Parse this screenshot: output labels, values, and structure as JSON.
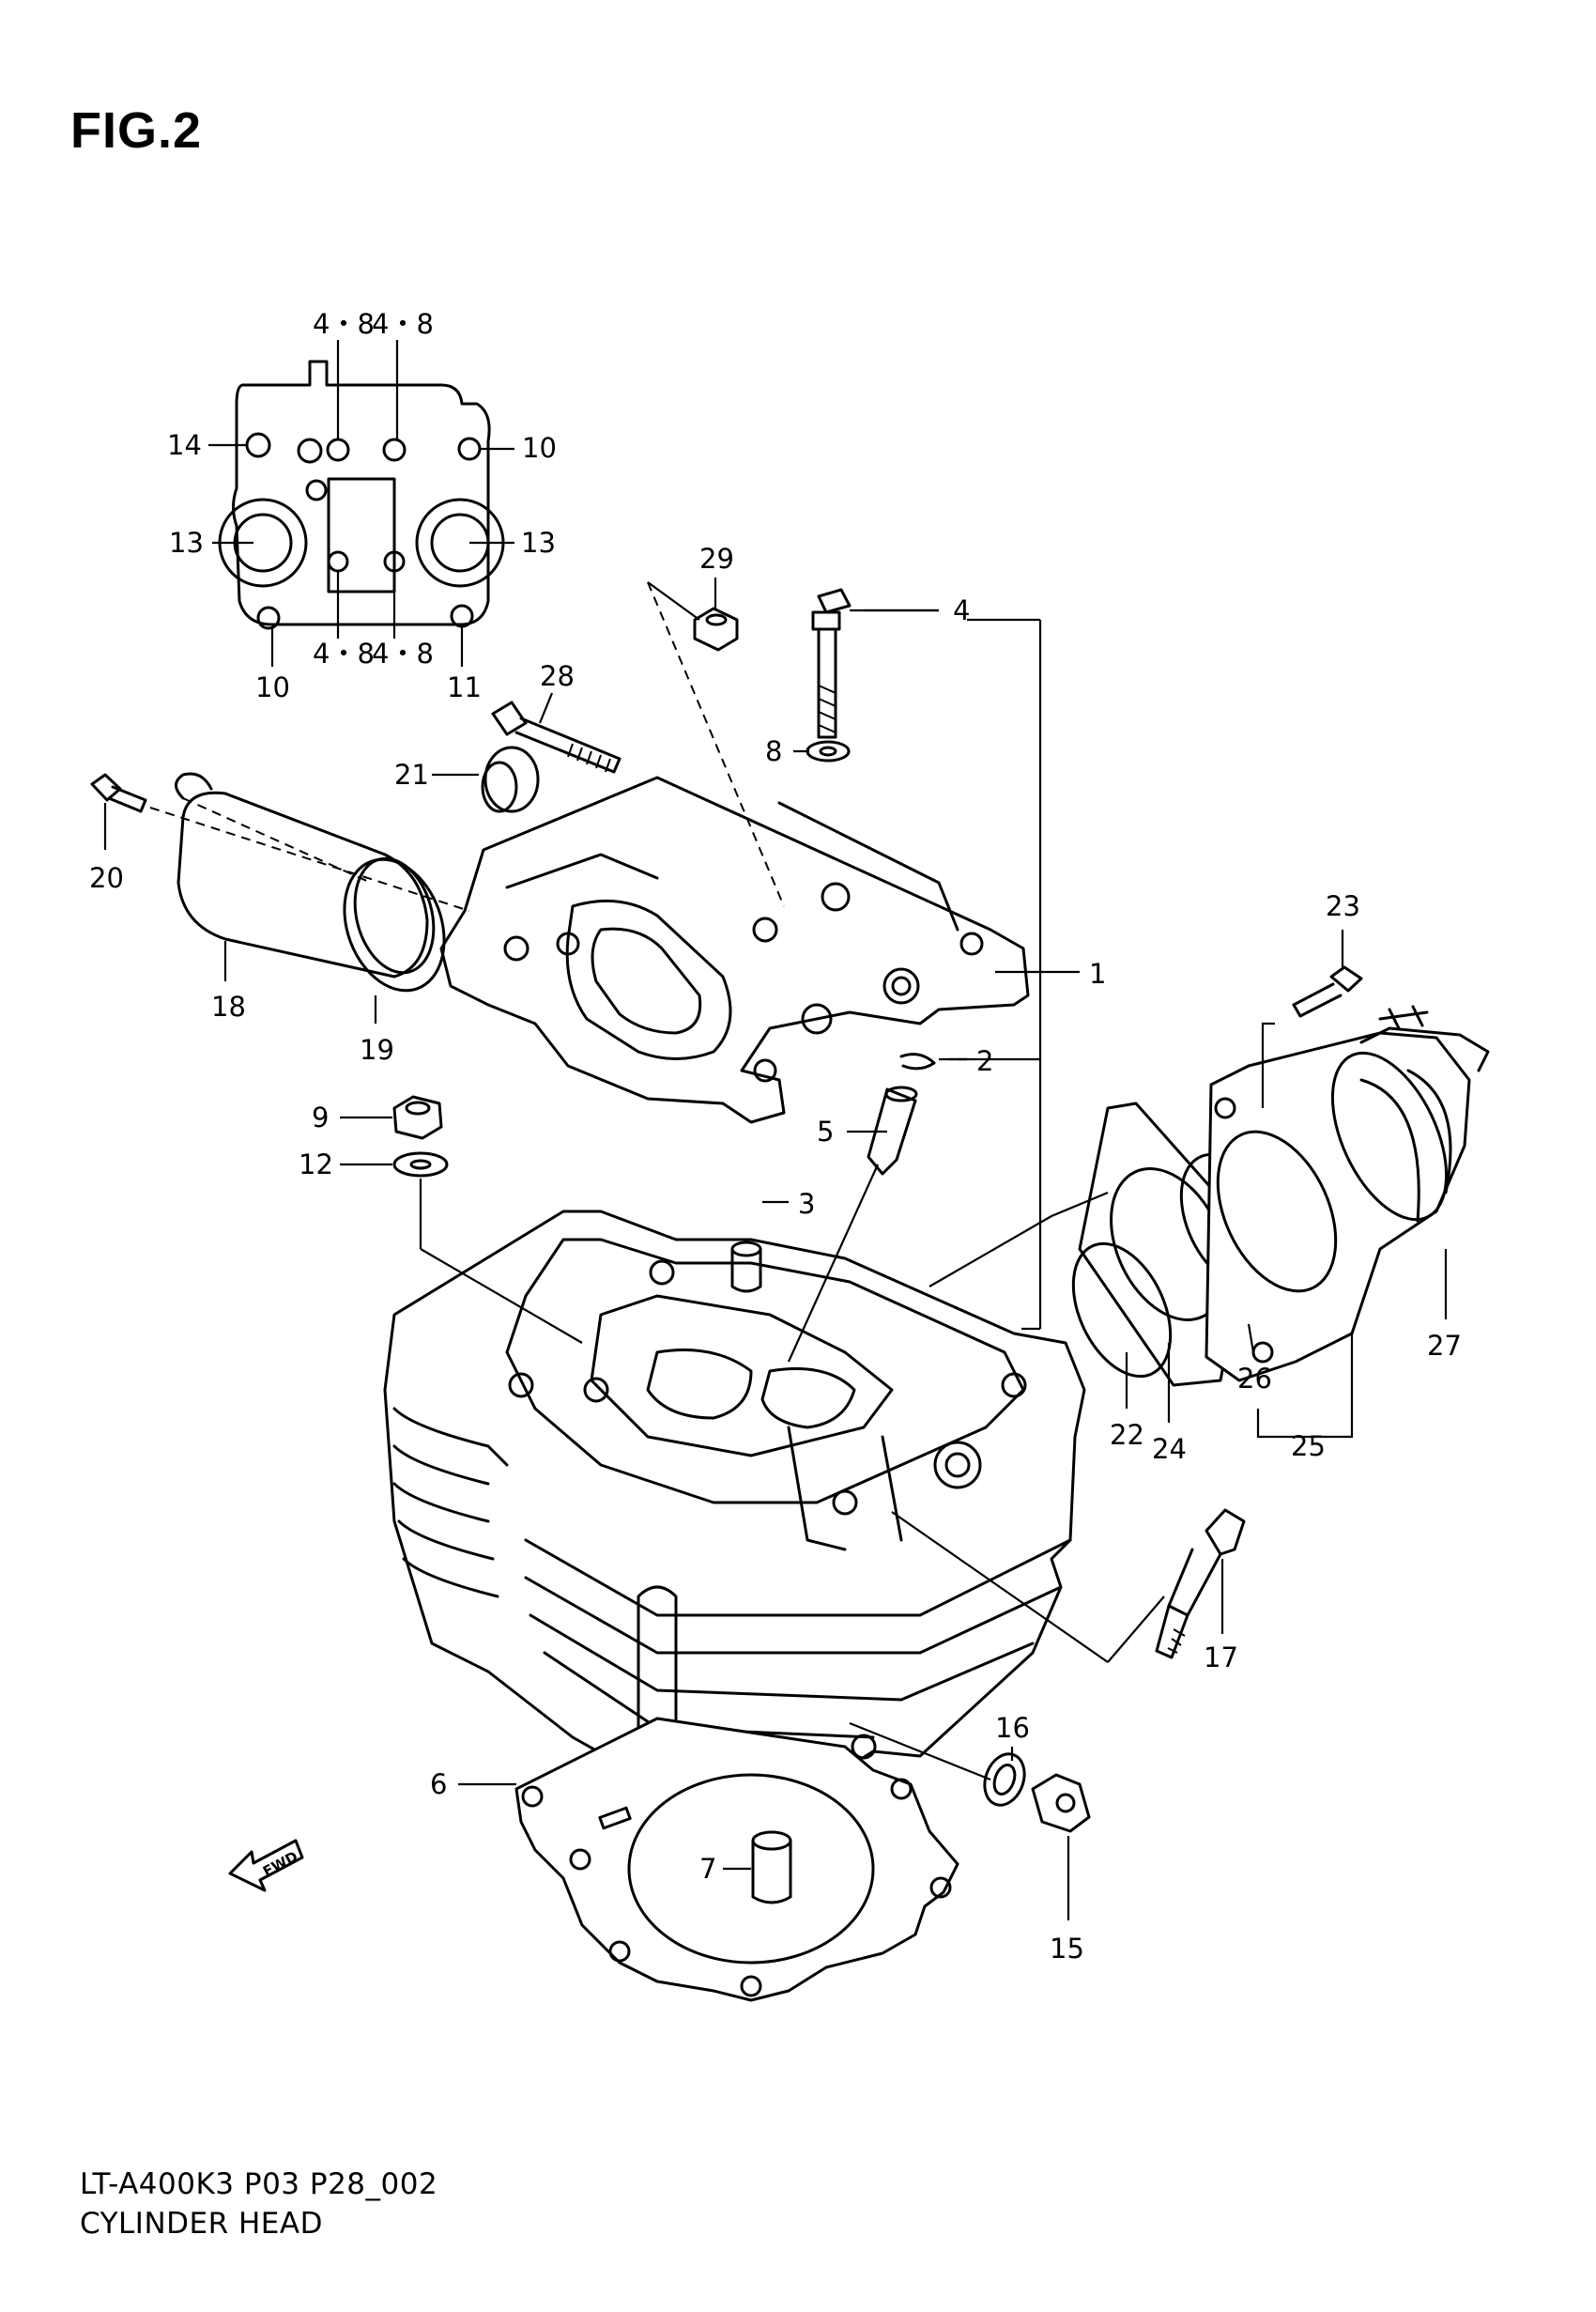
{
  "figure": {
    "title": "FIG.2",
    "code": "LT-A400K3 P03 P28_002",
    "name": "CYLINDER HEAD",
    "fwd_label": "FWD"
  },
  "callouts": [
    {
      "id": "c1",
      "label": "1"
    },
    {
      "id": "c2",
      "label": "2"
    },
    {
      "id": "c3",
      "label": "3"
    },
    {
      "id": "c4",
      "label": "4"
    },
    {
      "id": "c5",
      "label": "5"
    },
    {
      "id": "c6",
      "label": "6"
    },
    {
      "id": "c7",
      "label": "7"
    },
    {
      "id": "c8",
      "label": "8"
    },
    {
      "id": "c9",
      "label": "9"
    },
    {
      "id": "c12",
      "label": "12"
    },
    {
      "id": "c15",
      "label": "15"
    },
    {
      "id": "c16",
      "label": "16"
    },
    {
      "id": "c17",
      "label": "17"
    },
    {
      "id": "c18",
      "label": "18"
    },
    {
      "id": "c19",
      "label": "19"
    },
    {
      "id": "c20",
      "label": "20"
    },
    {
      "id": "c21",
      "label": "21"
    },
    {
      "id": "c22",
      "label": "22"
    },
    {
      "id": "c23",
      "label": "23"
    },
    {
      "id": "c24",
      "label": "24"
    },
    {
      "id": "c25",
      "label": "25"
    },
    {
      "id": "c26",
      "label": "26"
    },
    {
      "id": "c27",
      "label": "27"
    },
    {
      "id": "c28",
      "label": "28"
    },
    {
      "id": "c29",
      "label": "29"
    }
  ],
  "inset_callouts": [
    {
      "id": "i48a",
      "label": "4・8"
    },
    {
      "id": "i48b",
      "label": "4・8"
    },
    {
      "id": "i14",
      "label": "14"
    },
    {
      "id": "i10a",
      "label": "10"
    },
    {
      "id": "i13a",
      "label": "13"
    },
    {
      "id": "i13b",
      "label": "13"
    },
    {
      "id": "i48c",
      "label": "4・8"
    },
    {
      "id": "i48d",
      "label": "4・8"
    },
    {
      "id": "i10b",
      "label": "10"
    },
    {
      "id": "i11",
      "label": "11"
    }
  ]
}
